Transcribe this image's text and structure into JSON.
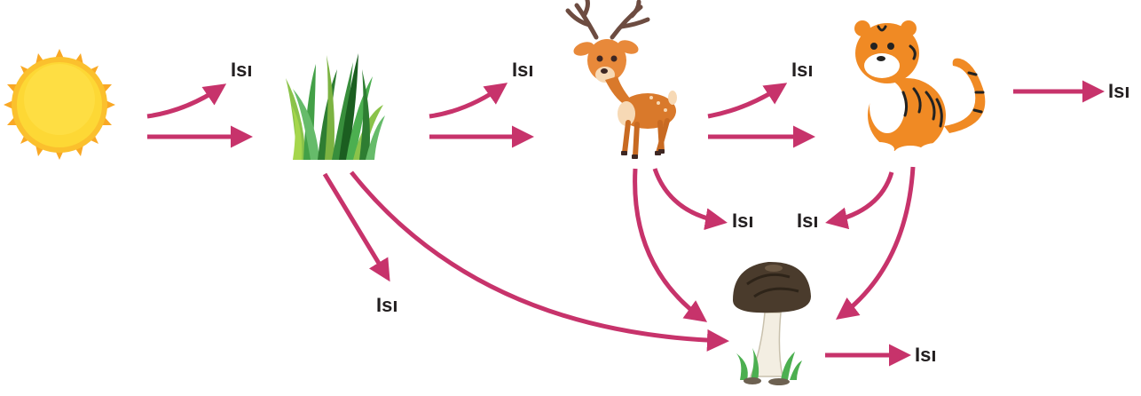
{
  "diagram": {
    "nodes": [
      {
        "id": "sun",
        "icon": "sun-icon"
      },
      {
        "id": "grass",
        "icon": "grass-icon"
      },
      {
        "id": "deer",
        "icon": "deer-icon"
      },
      {
        "id": "tiger",
        "icon": "tiger-icon"
      },
      {
        "id": "mushroom",
        "icon": "mushroom-icon"
      }
    ],
    "edges": [
      {
        "from": "sun",
        "to": "grass"
      },
      {
        "from": "grass",
        "to": "deer"
      },
      {
        "from": "deer",
        "to": "tiger"
      },
      {
        "from": "grass",
        "to": "mushroom"
      },
      {
        "from": "deer",
        "to": "mushroom"
      },
      {
        "from": "tiger",
        "to": "mushroom"
      }
    ],
    "heat_labels": {
      "sun_heat": "Isı",
      "grass_heat_top": "Isı",
      "grass_heat_bottom": "Isı",
      "deer_heat_top": "Isı",
      "deer_heat_bottom": "Isı",
      "tiger_heat_bottom": "Isı",
      "tiger_heat_right": "Isı",
      "mushroom_heat": "Isı"
    },
    "colors": {
      "arrow": "#c7336b",
      "sun": "#fbc02d",
      "grass": "#3fa34d",
      "deer": "#d9792b",
      "tiger": "#f08a24",
      "mushroom_cap": "#4a3b2c",
      "mushroom_stem": "#f3eee2"
    }
  }
}
